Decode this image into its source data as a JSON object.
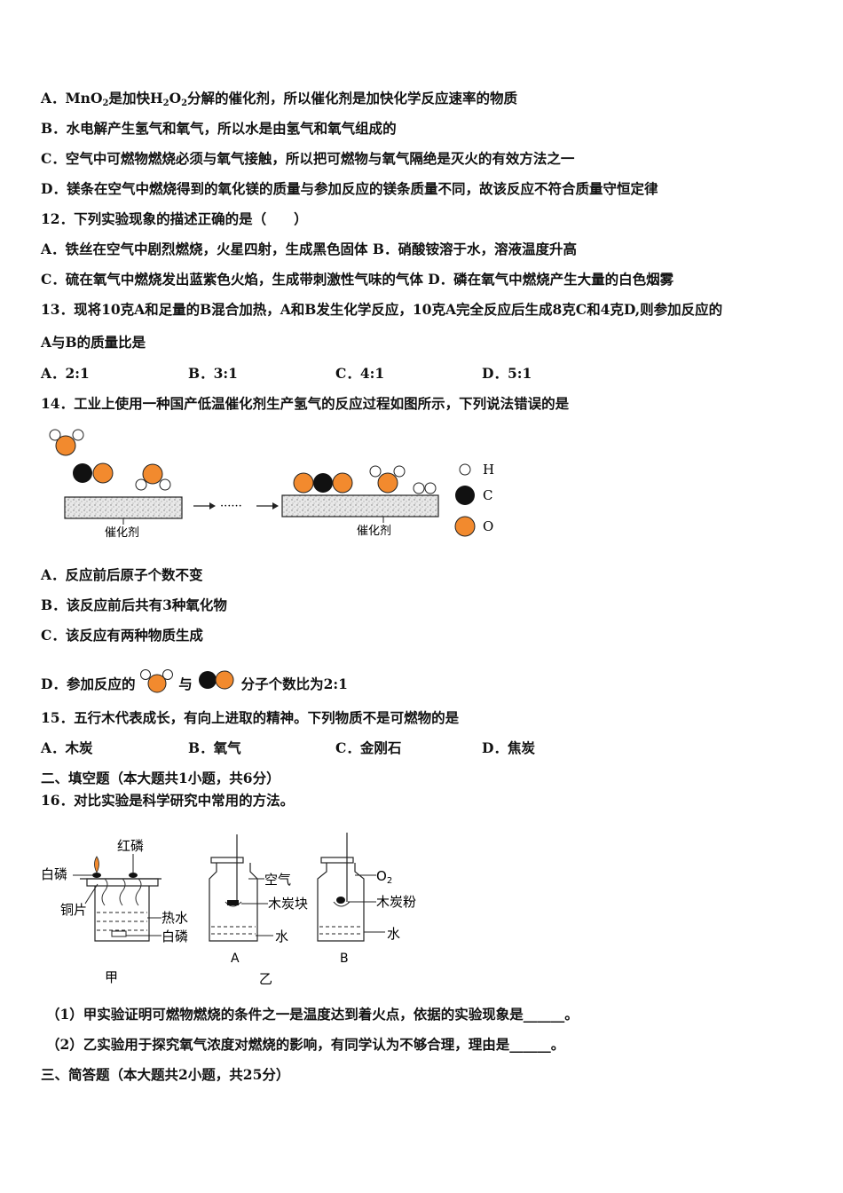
{
  "q11": {
    "a_pre": "A．MnO",
    "a_mid1": "是加快H",
    "a_mid2": "O",
    "a_post": "分解的催化剂，所以催化剂是加快化学反应速率的物质",
    "b": "B．水电解产生氢气和氧气，所以水是由氢气和氧气组成的",
    "c": "C．空气中可燃物燃烧必须与氧气接触，所以把可燃物与氧气隔绝是灭火的有效方法之一",
    "d": "D．镁条在空气中燃烧得到的氧化镁的质量与参加反应的镁条质量不同，故该反应不符合质量守恒定律"
  },
  "q12": {
    "stem": "12．下列实验现象的描述正确的是（　　）",
    "ab": "A．铁丝在空气中剧烈燃烧，火星四射，生成黑色固体 B．硝酸铵溶于水，溶液温度升高",
    "cd": "C．硫在氧气中燃烧发出蓝紫色火焰，生成带刺激性气味的气体 D．磷在氧气中燃烧产生大量的白色烟雾"
  },
  "q13": {
    "stem1": "13．现将10克A和足量的B混合加热，A和B发生化学反应，10克A完全反应后生成8克C和4克D,则参加反应的",
    "stem2": "A与B的质量比是",
    "a": "A．2:1",
    "b": "B．3:1",
    "c": "C．4:1",
    "d": "D．5:1"
  },
  "q14": {
    "stem": "14．工业上使用一种国产低温催化剂生产氢气的反应过程如图所示，下列说法错误的是",
    "catalyst": "催化剂",
    "dots": "······",
    "legend": {
      "h": "H",
      "c": "C",
      "o": "O"
    },
    "a": "A．反应前后原子个数不变",
    "b": "B．该反应前后共有3种氧化物",
    "c": "C．该反应有两种物质生成",
    "d_pre": "D．参加反应的",
    "d_mid": "与",
    "d_post": "分子个数比为2:1"
  },
  "q15": {
    "stem": "15．五行木代表成长，有向上进取的精神。下列物质不是可燃物的是",
    "a": "A．木炭",
    "b": "B．氧气",
    "c": "C．金刚石",
    "d": "D．焦炭"
  },
  "section2": "二、填空题（本大题共1小题，共6分）",
  "q16": {
    "stem": "16．对比实验是科学研究中常用的方法。",
    "labels": {
      "red_p": "红磷",
      "white_p": "白磷",
      "copper": "铜片",
      "hot_water": "热水",
      "white_p2": "白磷",
      "air": "空气",
      "charcoal_block": "木炭块",
      "water_a": "水",
      "o2": "O",
      "o2_sub": "2",
      "charcoal_powder": "木炭粉",
      "water_b": "水",
      "jia": "甲",
      "yi": "乙",
      "A": "A",
      "B": "B"
    },
    "p1": "（1）甲实验证明可燃物燃烧的条件之一是温度达到着火点，依据的实验现象是______。",
    "p2": "（2）乙实验用于探究氧气浓度对燃烧的影响，有同学认为不够合理，理由是______。"
  },
  "section3": "三、简答题（本大题共2小题，共25分）",
  "colors": {
    "orange": "#f28a2e",
    "black": "#111111"
  }
}
